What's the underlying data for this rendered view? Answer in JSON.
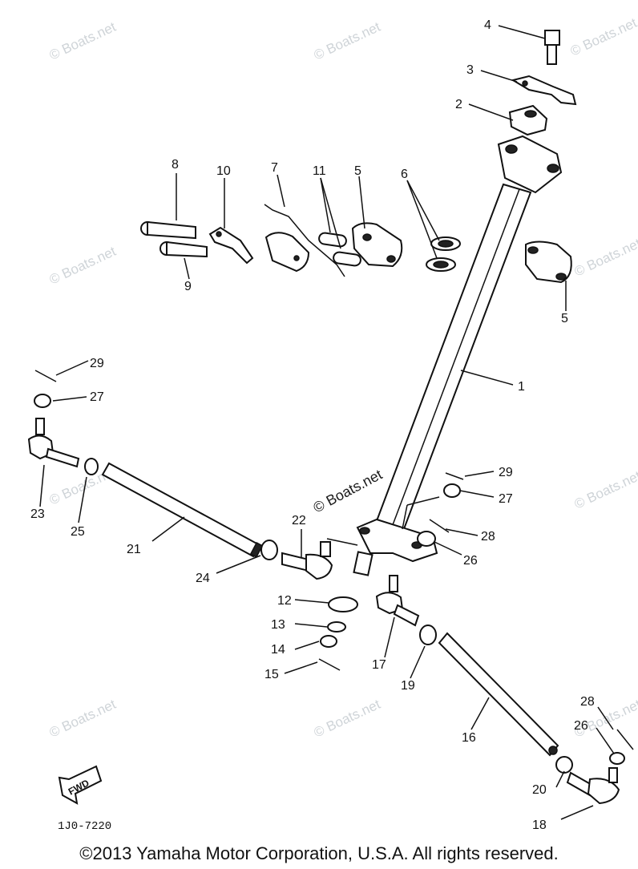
{
  "watermarks": [
    "© Boats.net",
    "© Boats.net",
    "© Boats.net",
    "© Boats.net",
    "© Boats.net",
    "© Boats.net",
    "© Boats.net",
    "© Boats.net",
    "© Boats.net",
    "© Boats.net"
  ],
  "center_watermark": "© Boats.net",
  "callouts": [
    "1",
    "2",
    "3",
    "4",
    "5",
    "5",
    "6",
    "7",
    "8",
    "9",
    "10",
    "11",
    "12",
    "13",
    "14",
    "15",
    "16",
    "17",
    "18",
    "19",
    "20",
    "21",
    "22",
    "23",
    "24",
    "25",
    "26",
    "26",
    "27",
    "27",
    "28",
    "28",
    "29",
    "29"
  ],
  "fwd_label": "FWD",
  "drawing_code": "1J0-7220",
  "copyright": "©2013 Yamaha Motor Corporation, U.S.A. All rights reserved."
}
